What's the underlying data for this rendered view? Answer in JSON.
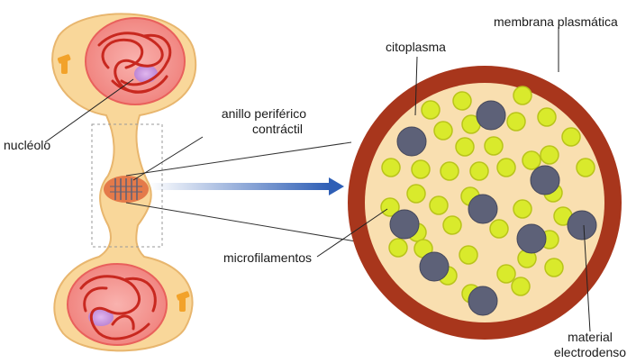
{
  "labels": {
    "nucleolo": "nucléolo",
    "anillo_line1": "anillo periférico",
    "anillo_line2": "contráctil",
    "microfilamentos": "microfilamentos",
    "citoplasma": "citoplasma",
    "membrana": "membrana plasmática",
    "material_line1": "material",
    "material_line2": "electrodenso"
  },
  "colors": {
    "cell_body": "#f9d79a",
    "cell_outline": "#e8b66e",
    "nucleus": "#f48a86",
    "nucleus_outline": "#e9605c",
    "chromosome": "#c8281f",
    "nucleolus": "#c58ad8",
    "membrane": "#a8361c",
    "cytoplasm": "#f9dfb0",
    "filament_dot": "#d9ea2c",
    "electrodense_dot": "#5d6178",
    "arrow": "#2f5fb6",
    "centriole": "#f2a22a"
  }
}
